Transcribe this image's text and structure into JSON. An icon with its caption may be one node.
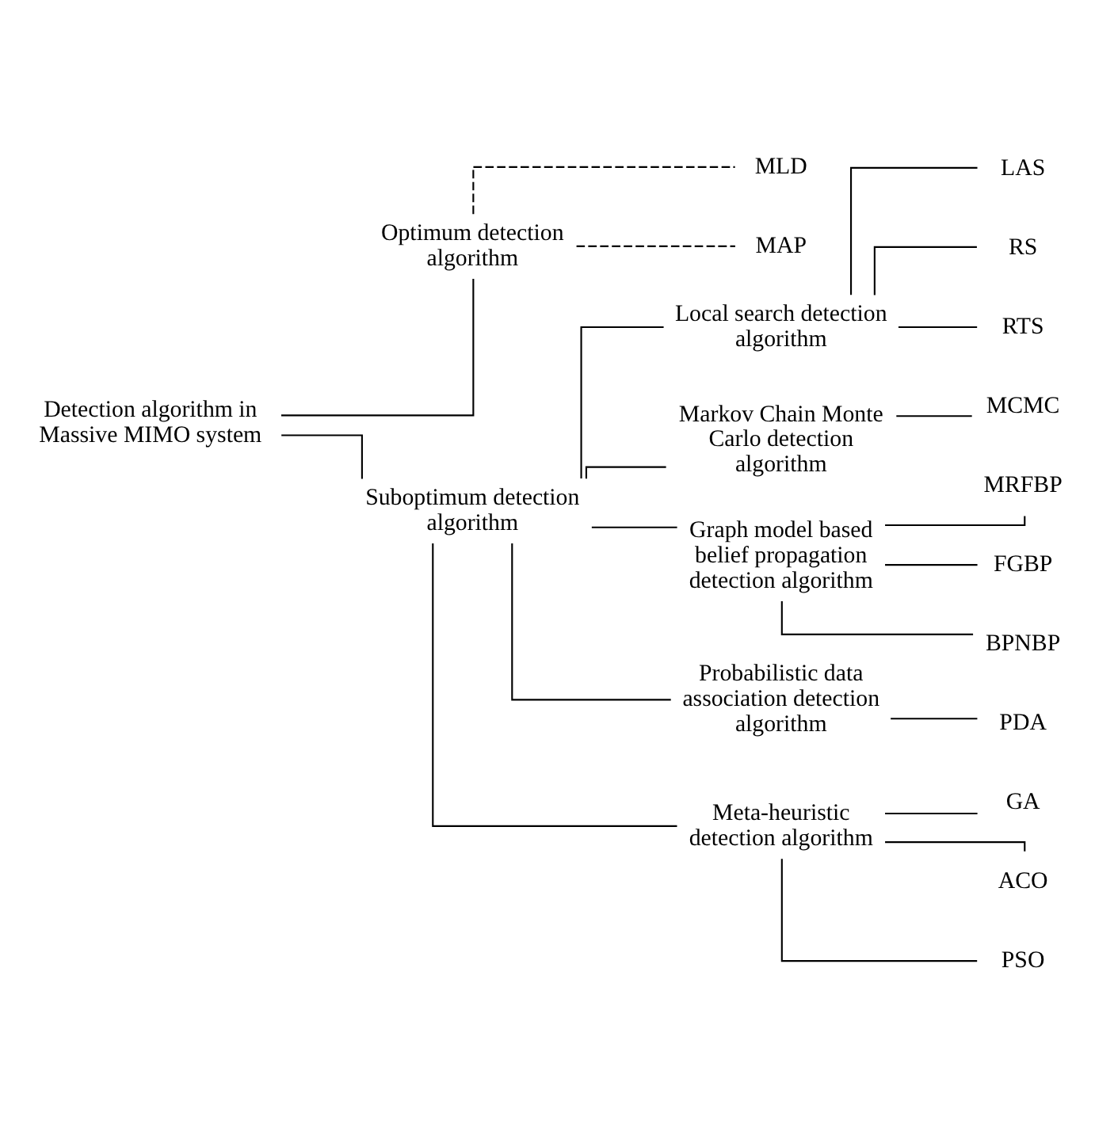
{
  "diagram": {
    "nodes": [
      {
        "text": [
          "Detection algorithm in Massive MIMO system"
        ]
      },
      {
        "text": [
          "Optimum detection algorithm"
        ]
      },
      {
        "text": [
          "MLD"
        ]
      },
      {
        "text": [
          "MAP"
        ]
      },
      {
        "text": [
          "Suboptimum detection algorithm"
        ]
      },
      {
        "text": [
          "Local search detection algorithm"
        ]
      },
      {
        "text": [
          "LAS"
        ]
      },
      {
        "text": [
          "RS"
        ]
      },
      {
        "text": [
          "RTS"
        ]
      },
      {
        "text": [
          "Markov Chain Monte Carlo detection algorithm"
        ]
      },
      {
        "text": [
          "MCMC"
        ]
      },
      {
        "text": [
          "Graph model based belief propagation detection algorithm"
        ]
      },
      {
        "text": [
          "MRFBP"
        ]
      },
      {
        "text": [
          "FGBP"
        ]
      },
      {
        "text": [
          "BPNBP"
        ]
      },
      {
        "text": [
          "Probabilistic data association detection algorithm"
        ]
      },
      {
        "text": [
          "PDA"
        ]
      },
      {
        "text": [
          "Meta-heuristic detection algorithm"
        ]
      },
      {
        "text": [
          "GA"
        ]
      },
      {
        "text": [
          "ACO"
        ]
      },
      {
        "text": [
          "PSO"
        ]
      }
    ],
    "edges": [
      {
        "from": 0,
        "to": 1,
        "arrow": "none"
      },
      {
        "from": 1,
        "to": 2,
        "arrow": "none",
        "style": "dashed"
      },
      {
        "from": 1,
        "to": 3,
        "arrow": "none",
        "style": "dashed"
      },
      {
        "from": 0,
        "to": 4,
        "arrow": "none"
      },
      {
        "from": 4,
        "to": 5,
        "arrow": "none"
      },
      {
        "from": 5,
        "to": 6,
        "arrow": "none"
      },
      {
        "from": 5,
        "to": 7,
        "arrow": "none"
      },
      {
        "from": 5,
        "to": 8,
        "arrow": "none"
      },
      {
        "from": 4,
        "to": 9,
        "arrow": "none"
      },
      {
        "from": 9,
        "to": 10,
        "arrow": "none"
      },
      {
        "from": 4,
        "to": 11,
        "arrow": "none"
      },
      {
        "from": 11,
        "to": 12,
        "arrow": "none"
      },
      {
        "from": 11,
        "to": 13,
        "arrow": "none"
      },
      {
        "from": 11,
        "to": 14,
        "arrow": "none"
      },
      {
        "from": 4,
        "to": 15,
        "arrow": "none"
      },
      {
        "from": 15,
        "to": 16,
        "arrow": "none"
      },
      {
        "from": 4,
        "to": 17,
        "arrow": "none"
      },
      {
        "from": 17,
        "to": 18,
        "arrow": "none"
      },
      {
        "from": 17,
        "to": 19,
        "arrow": "none"
      },
      {
        "from": 17,
        "to": 20,
        "arrow": "none"
      }
    ]
  }
}
